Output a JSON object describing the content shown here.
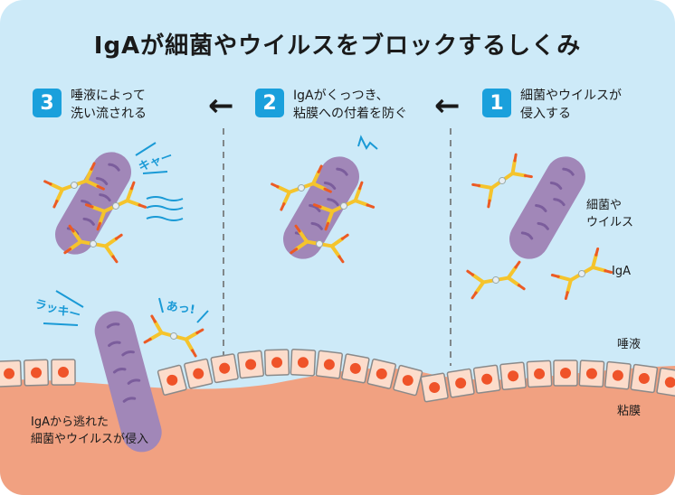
{
  "title": "IgAが細菌やウイルスをブロックするしくみ",
  "steps": [
    {
      "number": "3",
      "text": "唾液によって\n洗い流される"
    },
    {
      "number": "2",
      "text": "IgAがくっつき、\n粘膜への付着を防ぐ"
    },
    {
      "number": "1",
      "text": "細菌やウイルスが\n侵入する"
    }
  ],
  "arrow_glyph": "←",
  "labels": {
    "pathogen": "細菌や\nウイルス",
    "igA": "IgA",
    "saliva": "唾液",
    "mucosa": "粘膜",
    "escaped": "IgAから逃れた\n細菌やウイルスが侵入"
  },
  "sound_effects": {
    "kya": "キャー",
    "lucky": "ラッキー",
    "ah": "あっ!"
  },
  "colors": {
    "background": "#cdeaf8",
    "mucosa": "#f1a181",
    "cell_fill": "#fcdccb",
    "cell_border": "#8a8a8a",
    "nucleus": "#ef5329",
    "pathogen": "#a187b8",
    "pathogen_stripe": "#7b5d9c",
    "antibody": "#f5c42c",
    "antibody_tip": "#ec5a24",
    "accent_blue": "#1aa0dc",
    "sfx_blue": "#1a9ad6",
    "text": "#1a1a1a"
  }
}
